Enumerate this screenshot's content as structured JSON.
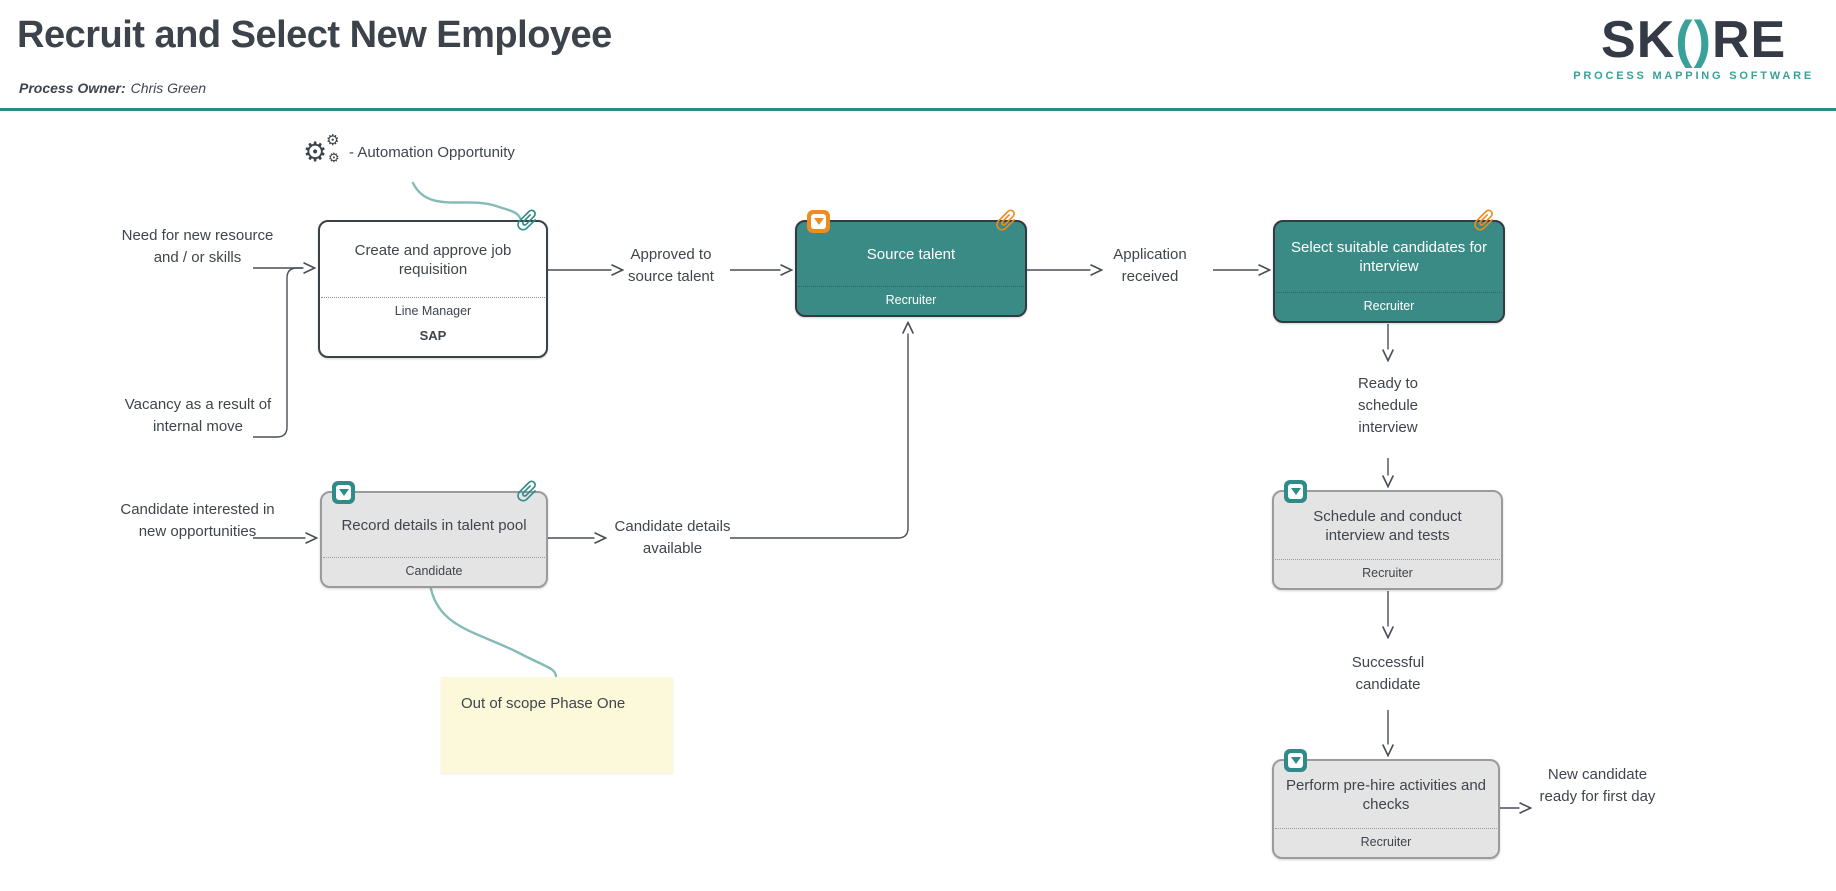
{
  "header": {
    "title": "Recruit and Select New Employee",
    "owner_label": "Process Owner:",
    "owner_name": "Chris Green",
    "logo": {
      "sk": "SK",
      "open_paren": "(",
      "close_paren": ")",
      "re": "RE",
      "tagline": "PROCESS MAPPING SOFTWARE"
    }
  },
  "legend": {
    "icon": "gears-automation-icon",
    "label": "- Automation Opportunity"
  },
  "boxes": {
    "create": {
      "title": "Create and approve job requisition",
      "role": "Line Manager",
      "system": "SAP",
      "variant": "white",
      "paperclip": "teal"
    },
    "source": {
      "title": "Source talent",
      "role": "Recruiter",
      "variant": "teal",
      "paperclip": "orange",
      "drilldown": "orange"
    },
    "select": {
      "title": "Select suitable candidates for interview",
      "role": "Recruiter",
      "variant": "teal",
      "paperclip": "orange"
    },
    "record": {
      "title": "Record details in talent pool",
      "role": "Candidate",
      "variant": "gray",
      "paperclip": "teal",
      "drilldown": "teal"
    },
    "schedule": {
      "title": "Schedule and conduct interview and tests",
      "role": "Recruiter",
      "variant": "gray",
      "drilldown": "teal"
    },
    "perform": {
      "title": "Perform pre-hire activities and checks",
      "role": "Recruiter",
      "variant": "gray",
      "drilldown": "teal"
    }
  },
  "flows": {
    "need": "Need for new resource and / or skills",
    "vacancy": "Vacancy as a result of internal move",
    "approved": "Approved to source talent",
    "application": "Application received",
    "ready": "Ready to schedule interview",
    "successful": "Successful candidate",
    "new_candidate": "New candidate ready for first day",
    "candidate_interested": "Candidate interested in new opportunities",
    "candidate_details": "Candidate details available"
  },
  "note": {
    "text": "Out of scope Phase One"
  },
  "colors": {
    "accent_teal": "#2e8b84",
    "box_teal": "#3a8b86",
    "box_gray": "#e4e4e4",
    "icon_orange": "#ef8c1f",
    "icon_teal": "#2e8b8a",
    "note_yellow": "#fbf9da",
    "logo_dark": "#343b46",
    "logo_teal": "#3aa09a",
    "connector": "#4a4f57",
    "annotation_curve": "#85bab6"
  }
}
